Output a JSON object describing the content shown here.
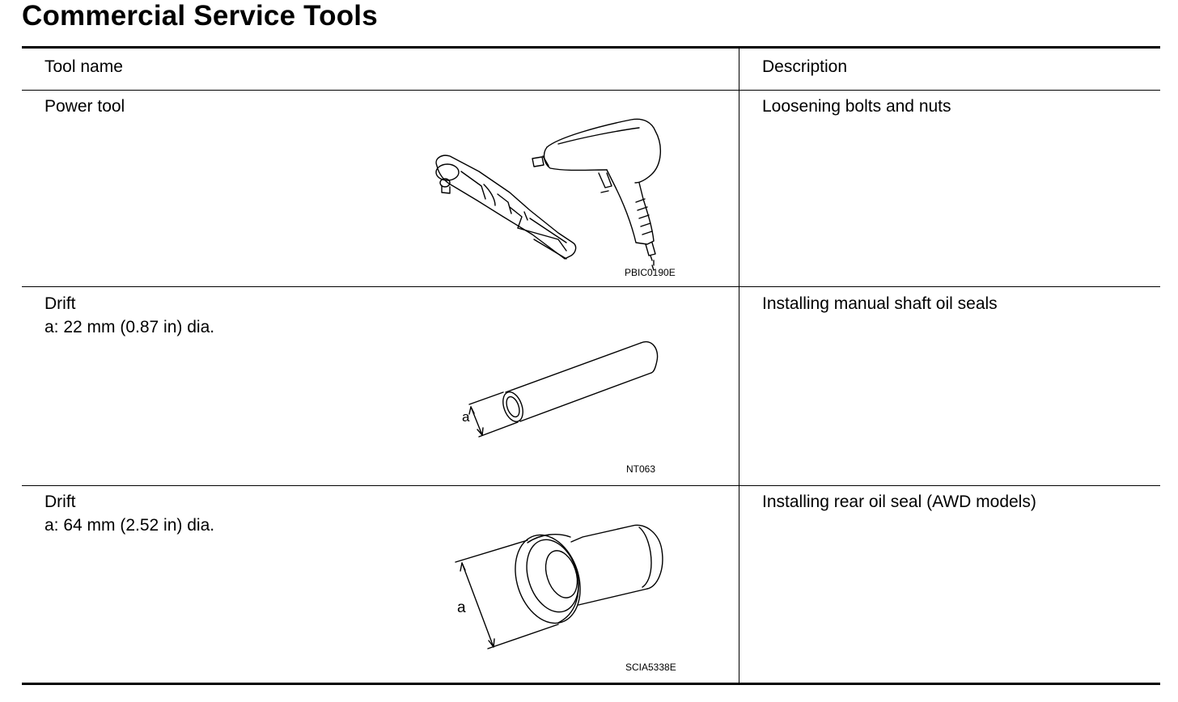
{
  "title": "Commercial Service Tools",
  "headers": {
    "tool_name": "Tool name",
    "description": "Description"
  },
  "rows": [
    {
      "name": "Power tool",
      "spec": "",
      "figure_code": "PBIC0190E",
      "description": "Loosening bolts and nuts"
    },
    {
      "name": "Drift",
      "spec": "a: 22 mm (0.87 in) dia.",
      "figure_code": "NT063",
      "figure_label": "a",
      "description": "Installing manual shaft oil seals"
    },
    {
      "name": "Drift",
      "spec": "a: 64 mm (2.52 in) dia.",
      "figure_code": "SCIA5338E",
      "figure_label": "a",
      "description": "Installing rear oil seal (AWD models)"
    }
  ]
}
